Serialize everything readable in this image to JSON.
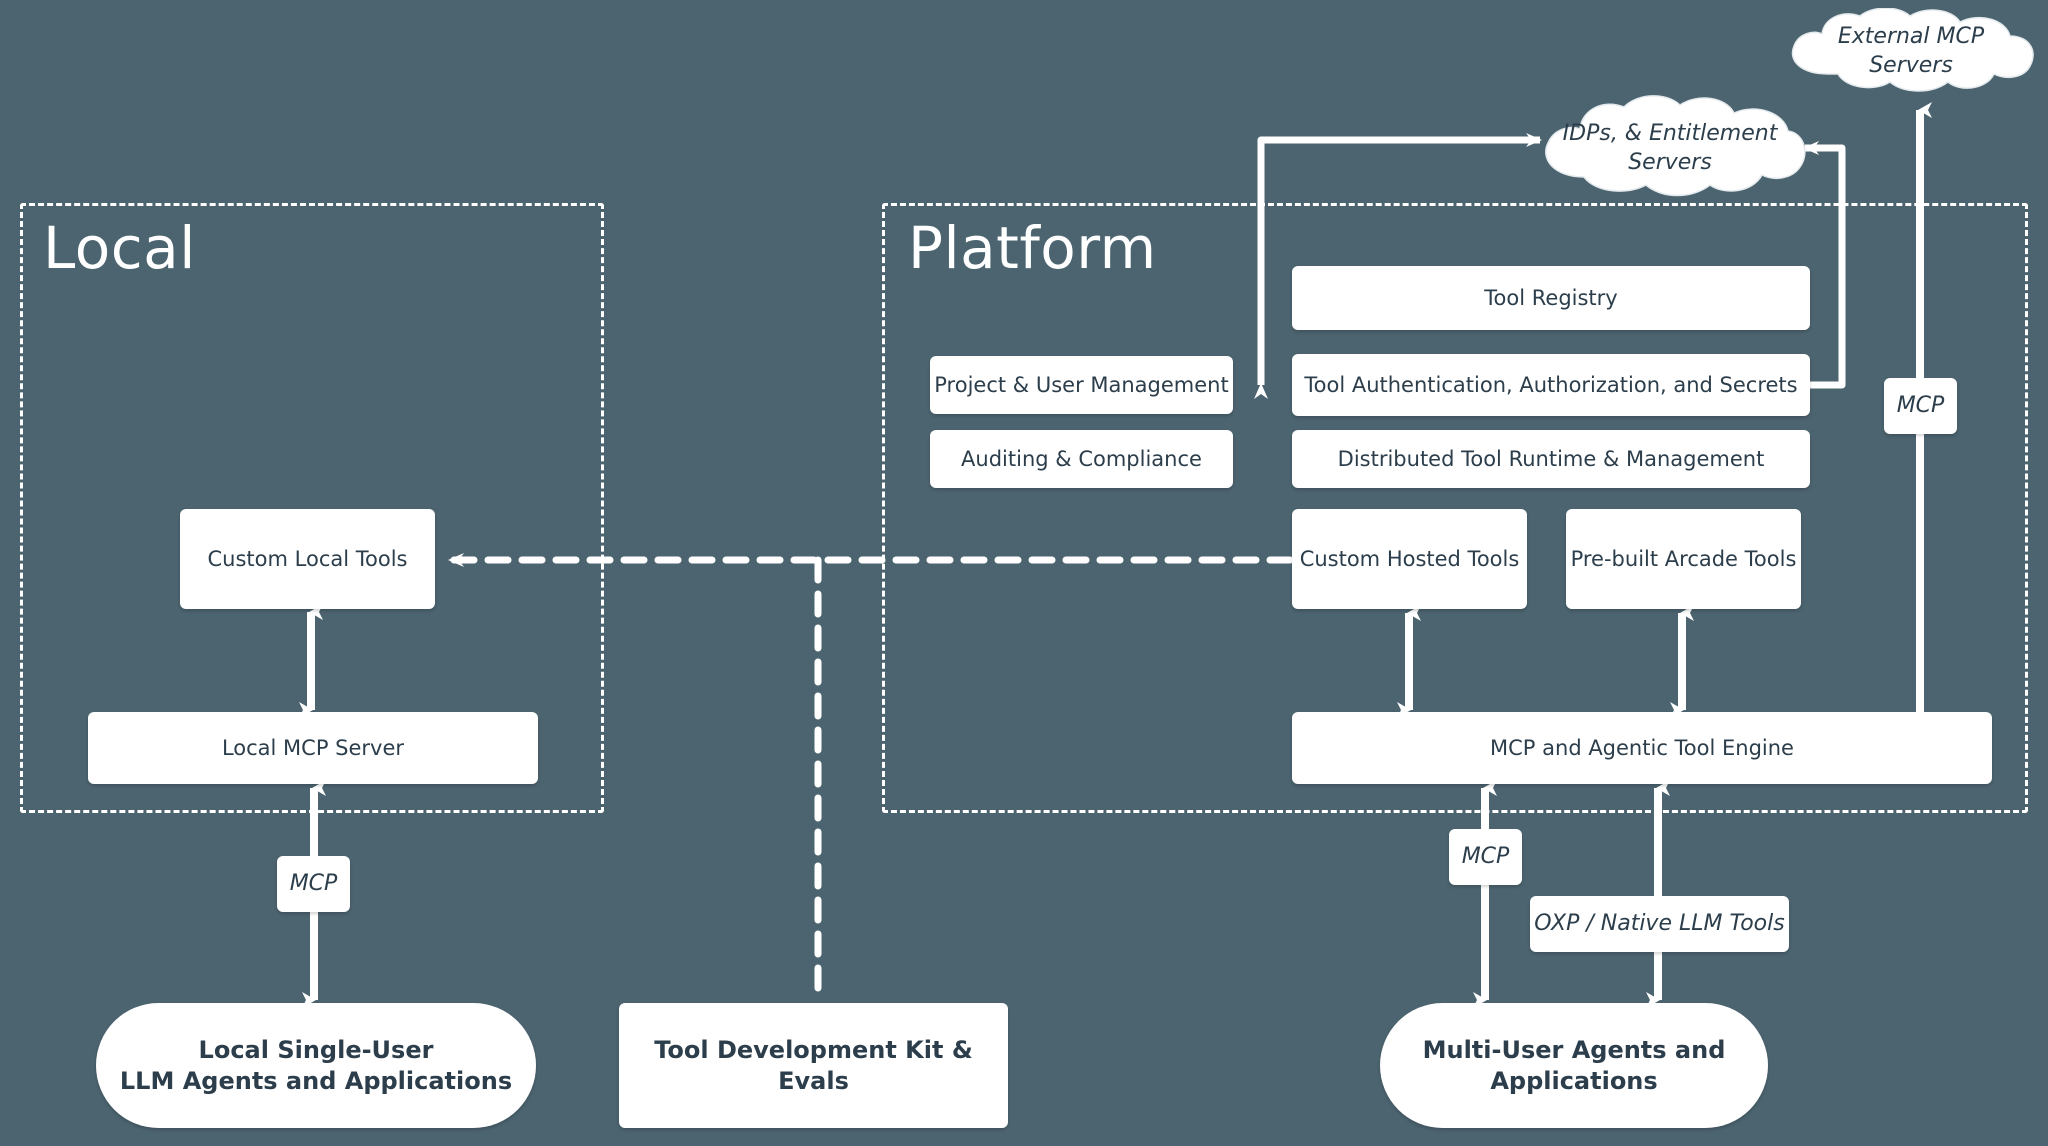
{
  "background_color": "#4c6470",
  "node_fill": "#ffffff",
  "text_color": "#2c3e4b",
  "zones": [
    {
      "id": "local",
      "title": "Local"
    },
    {
      "id": "platform",
      "title": "Platform"
    }
  ],
  "clouds": [
    {
      "id": "external-mcp-servers",
      "label": "External MCP Servers"
    },
    {
      "id": "idps-entitlement-servers",
      "label": "IDPs, & Entitlement Servers"
    }
  ],
  "local_section": {
    "custom_local_tools": "Custom Local Tools",
    "local_mcp_server": "Local MCP Server",
    "mcp_label": "MCP",
    "agents": "Local Single-User\nLLM Agents and Applications",
    "agents_line1": "Local Single-User",
    "agents_line2": "LLM Agents and Applications"
  },
  "middle_section": {
    "tdk": "Tool Development Kit & Evals"
  },
  "platform_section": {
    "left_column": [
      "Project & User Management",
      "Auditing & Compliance"
    ],
    "right_column": [
      "Tool Registry",
      "Tool Authentication, Authorization, and Secrets",
      "Distributed Tool Runtime & Management"
    ],
    "tool_boxes": [
      "Custom Hosted Tools",
      "Pre-built Arcade Tools"
    ],
    "engine": "MCP and Agentic Tool Engine",
    "mcp_label_bottom": "MCP",
    "mcp_label_right": "MCP",
    "oxp_label": "OXP / Native LLM Tools",
    "agents_line1": "Multi-User Agents and",
    "agents_line2": "Applications"
  }
}
